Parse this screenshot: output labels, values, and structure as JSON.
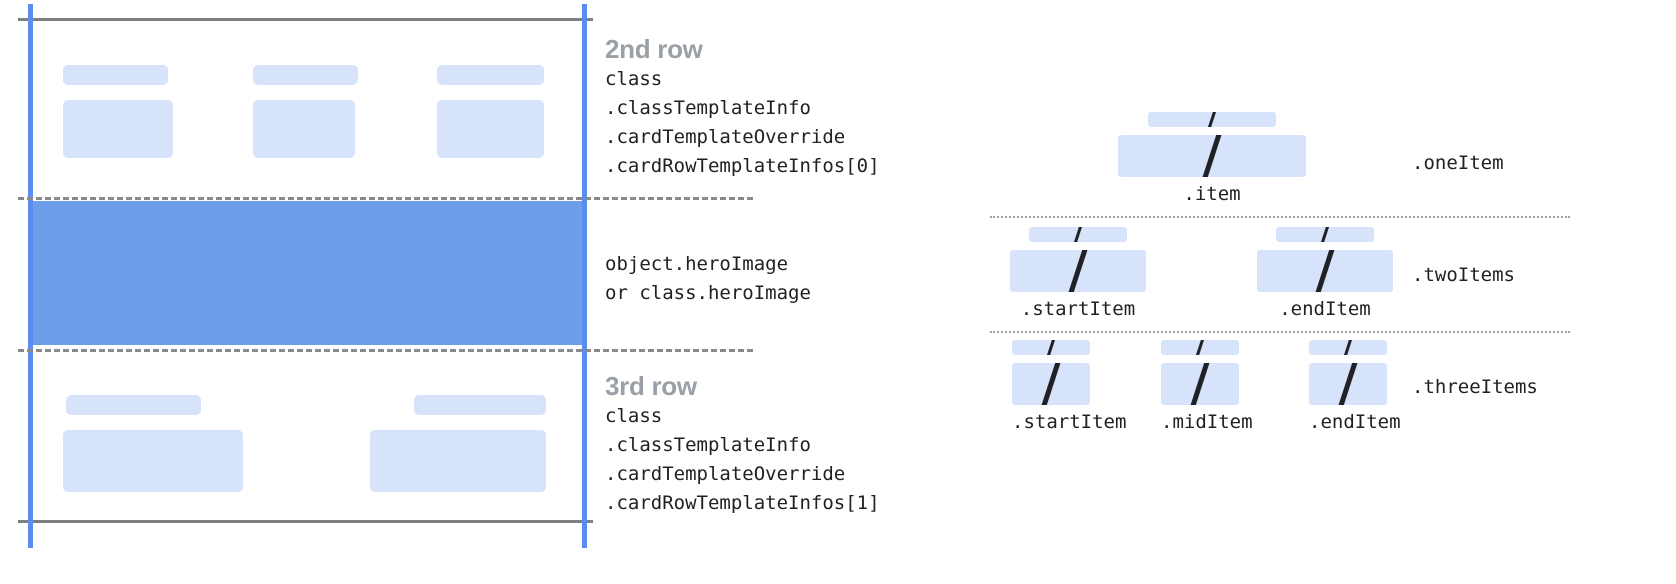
{
  "left_diagram": {
    "rows": [
      {
        "heading": "2nd row",
        "code": "class\n.classTemplateInfo\n.cardTemplateOverride\n.cardRowTemplateInfos[0]"
      },
      {
        "heading": "",
        "code": "object.heroImage\nor class.heroImage"
      },
      {
        "heading": "3rd row",
        "code": "class\n.classTemplateInfo\n.cardTemplateOverride\n.cardRowTemplateInfos[1]"
      }
    ],
    "colors": {
      "hero_band": "#6d9eeb",
      "placeholder": "#d7e2fb",
      "vertical_rule": "#5b8def",
      "horizontal_rule": "#808080",
      "dashed_rule": "#8a8a8a",
      "heading_text": "#9aa0a6",
      "code_text": "#202124"
    }
  },
  "right_diagram": {
    "groups": [
      {
        "label": ".oneItem",
        "cells": [
          {
            "caption": ".item"
          }
        ]
      },
      {
        "label": ".twoItems",
        "cells": [
          {
            "caption": ".startItem"
          },
          {
            "caption": ".endItem"
          }
        ]
      },
      {
        "label": ".threeItems",
        "cells": [
          {
            "caption": ".startItem"
          },
          {
            "caption": ".midItem"
          },
          {
            "caption": ".endItem"
          }
        ]
      }
    ]
  }
}
